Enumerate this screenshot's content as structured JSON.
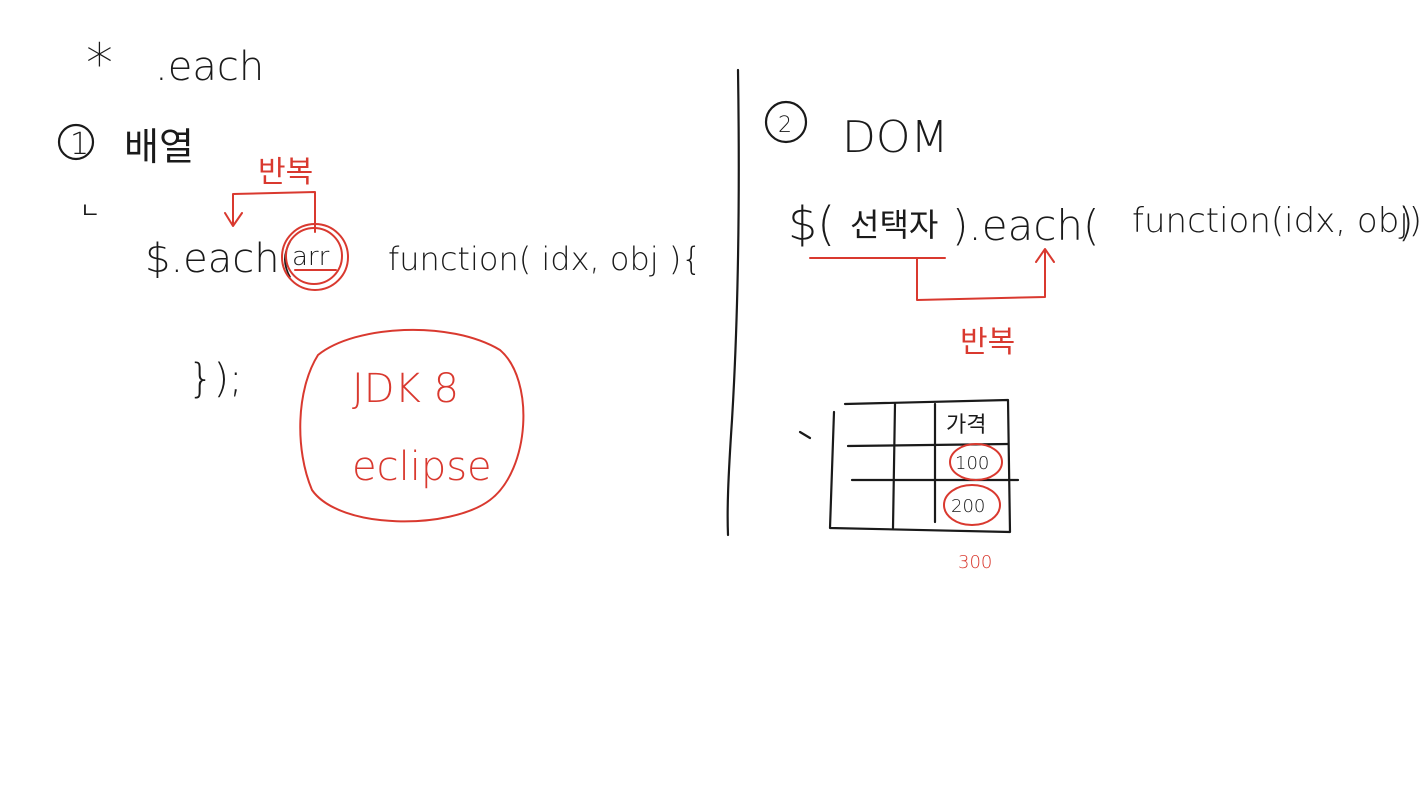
{
  "colors": {
    "ink": "#1a1a1a",
    "accent": "#d9392f",
    "background": "#ffffff"
  },
  "left": {
    "heading_marker": "*",
    "heading": ".each",
    "section_number": "1",
    "section_title": "배열",
    "arrow_marker": "ㄴ",
    "repeat_label": "반복",
    "code_start": "$.each(",
    "code_arg": "arr",
    "code_fn": "function( idx, obj ){",
    "code_end": "});",
    "bubble_line1": "JDK 8",
    "bubble_line2": "eclipse"
  },
  "right": {
    "section_number": "2",
    "section_title": "DOM",
    "code_start": "$(",
    "code_selector": "선택자",
    "code_mid": ").each(",
    "code_fn": "function(idx, obj){}",
    "code_end": ")",
    "repeat_label": "반복",
    "table_header": "가격",
    "table_values": [
      "100",
      "200"
    ],
    "below_value": "300"
  }
}
